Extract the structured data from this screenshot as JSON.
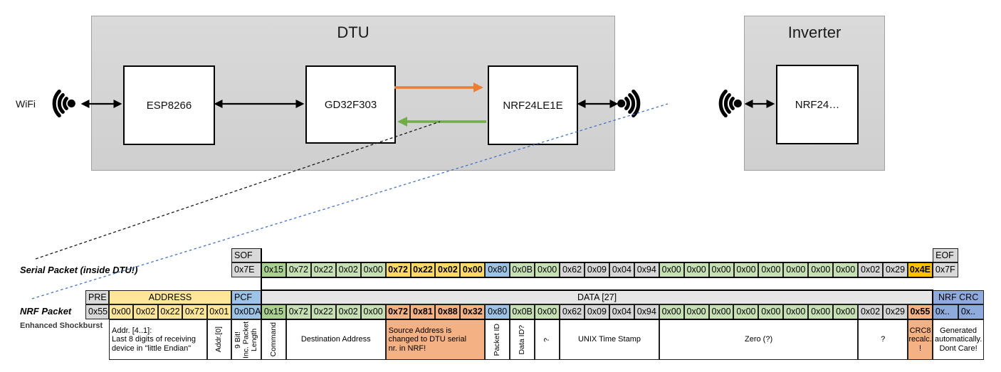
{
  "colors": {
    "g1": "#A9D08E",
    "g2": "#C6E0B4",
    "yh": "#FFE699",
    "yb": "#FFD966",
    "bl": "#9DC3E6",
    "bc": "#8FAADC",
    "gr": "#D6D6D6",
    "band": "#E7E6E6",
    "or": "#FFC000",
    "sa": "#F4B183",
    "hdr": "#D9D9D9",
    "orange_arrow": "#ED7D31",
    "green_arrow": "#70AD47",
    "blue_dashed": "#4472C4"
  },
  "diagram": {
    "wifi_label": "WiFi",
    "dtu": {
      "title": "DTU",
      "components": [
        "ESP8266",
        "GD32F303",
        "NRF24LE1E"
      ]
    },
    "inverter": {
      "title": "Inverter",
      "component": "NRF24…"
    }
  },
  "serial": {
    "label": "Serial Packet (inside DTU!)",
    "header": [
      {
        "t": "SOF",
        "c": "hdr",
        "align": "left",
        "name": "sof-header"
      },
      {
        "ghost": true,
        "span": 27
      },
      {
        "t": "EOF",
        "c": "hdr",
        "align": "left",
        "name": "eof-header"
      }
    ],
    "values": [
      {
        "t": "0x7E",
        "c": "hdr",
        "align": "left",
        "name": "sof-byte"
      },
      {
        "t": "0x15",
        "c": "g1"
      },
      {
        "t": "0x72",
        "c": "g2"
      },
      {
        "t": "0x22",
        "c": "g2"
      },
      {
        "t": "0x02",
        "c": "g2"
      },
      {
        "t": "0x00",
        "c": "g2"
      },
      {
        "t": "0x72",
        "c": "yb",
        "b": 1
      },
      {
        "t": "0x22",
        "c": "yb",
        "b": 1
      },
      {
        "t": "0x02",
        "c": "yb",
        "b": 1
      },
      {
        "t": "0x00",
        "c": "yb",
        "b": 1
      },
      {
        "t": "0x80",
        "c": "bl"
      },
      {
        "t": "0x0B",
        "c": "g2"
      },
      {
        "t": "0x00",
        "c": "g2"
      },
      {
        "t": "0x62",
        "c": "gr"
      },
      {
        "t": "0x09",
        "c": "gr"
      },
      {
        "t": "0x04",
        "c": "gr"
      },
      {
        "t": "0x94",
        "c": "gr"
      },
      {
        "t": "0x00",
        "c": "g2"
      },
      {
        "t": "0x00",
        "c": "g2"
      },
      {
        "t": "0x00",
        "c": "g2"
      },
      {
        "t": "0x00",
        "c": "g2"
      },
      {
        "t": "0x00",
        "c": "g2"
      },
      {
        "t": "0x00",
        "c": "g2"
      },
      {
        "t": "0x00",
        "c": "g2"
      },
      {
        "t": "0x00",
        "c": "g2"
      },
      {
        "t": "0x02",
        "c": "gr"
      },
      {
        "t": "0x29",
        "c": "gr"
      },
      {
        "t": "0x4E",
        "c": "or",
        "b": 1
      },
      {
        "t": "0x7F",
        "c": "hdr",
        "align": "left",
        "name": "eof-byte"
      }
    ]
  },
  "nrf": {
    "label": "NRF Packet",
    "sublabel": "Enhanced Shockburst",
    "header": [
      {
        "t": "PRE",
        "c": "hdr",
        "align": "left",
        "name": "pre-header"
      },
      {
        "t": "ADDRESS",
        "c": "yh",
        "span": 5,
        "name": "address-header"
      },
      {
        "t": "PCF",
        "c": "bl",
        "align": "left",
        "name": "pcf-header"
      },
      {
        "t": "DATA [27]",
        "c": "band",
        "span": 27,
        "name": "data-header"
      },
      {
        "t": "NRF CRC",
        "c": "bc",
        "span": 2,
        "name": "crc-header"
      }
    ],
    "values": [
      {
        "t": "0x55",
        "c": "hdr",
        "align": "left",
        "name": "pre-byte"
      },
      {
        "t": "0x00",
        "c": "yh"
      },
      {
        "t": "0x02",
        "c": "yh"
      },
      {
        "t": "0x22",
        "c": "yh"
      },
      {
        "t": "0x72",
        "c": "yh"
      },
      {
        "t": "0x01",
        "c": "yh"
      },
      {
        "t": "0x0DA",
        "c": "bl",
        "align": "left",
        "name": "pcf-byte"
      },
      {
        "t": "0x15",
        "c": "g1"
      },
      {
        "t": "0x72",
        "c": "g2"
      },
      {
        "t": "0x22",
        "c": "g2"
      },
      {
        "t": "0x02",
        "c": "g2"
      },
      {
        "t": "0x00",
        "c": "g2"
      },
      {
        "t": "0x72",
        "c": "sa",
        "b": 1
      },
      {
        "t": "0x81",
        "c": "sa",
        "b": 1
      },
      {
        "t": "0x88",
        "c": "sa",
        "b": 1
      },
      {
        "t": "0x32",
        "c": "sa",
        "b": 1
      },
      {
        "t": "0x80",
        "c": "bl"
      },
      {
        "t": "0x0B",
        "c": "g2"
      },
      {
        "t": "0x00",
        "c": "g2"
      },
      {
        "t": "0x62",
        "c": "gr"
      },
      {
        "t": "0x09",
        "c": "gr"
      },
      {
        "t": "0x04",
        "c": "gr"
      },
      {
        "t": "0x94",
        "c": "gr"
      },
      {
        "t": "0x00",
        "c": "g2"
      },
      {
        "t": "0x00",
        "c": "g2"
      },
      {
        "t": "0x00",
        "c": "g2"
      },
      {
        "t": "0x00",
        "c": "g2"
      },
      {
        "t": "0x00",
        "c": "g2"
      },
      {
        "t": "0x00",
        "c": "g2"
      },
      {
        "t": "0x00",
        "c": "g2"
      },
      {
        "t": "0x00",
        "c": "g2"
      },
      {
        "t": "0x02",
        "c": "gr"
      },
      {
        "t": "0x29",
        "c": "gr"
      },
      {
        "t": "0x55",
        "c": "sa",
        "b": 1
      },
      {
        "t": "0x..",
        "c": "bc",
        "align": "left",
        "name": "crc-byte"
      },
      {
        "t": "0x..",
        "c": "bc",
        "align": "left",
        "name": "crc-byte"
      }
    ],
    "annotations": [
      {
        "t": "Addr. [4..1]:\nLast 8 digits of receiving\ndevice in \"little Endian\"",
        "span": 4,
        "align": "left",
        "name": "addr-note"
      },
      {
        "t": "Addr.[0]",
        "vertical": 1,
        "name": "addr0-note"
      },
      {
        "t": "9 Bit!\nInc. Packet\nLength",
        "vertical": 1,
        "name": "pcf-note"
      },
      {
        "t": "Command",
        "vertical": 1,
        "name": "command-note"
      },
      {
        "t": "Destination Address",
        "span": 4,
        "name": "destination-note"
      },
      {
        "t": "Source Address is\nchanged to DTU serial\nnr. in NRF!",
        "span": 4,
        "c": "sa",
        "align": "left",
        "name": "source-note"
      },
      {
        "t": "Packet ID",
        "vertical": 1,
        "name": "packet-id-note"
      },
      {
        "t": "Data ID?",
        "vertical": 1,
        "name": "data-id-note"
      },
      {
        "t": "?",
        "vertical": 1,
        "name": "unknown-note"
      },
      {
        "t": "UNIX Time Stamp",
        "span": 4,
        "name": "unix-note"
      },
      {
        "t": "Zero (?)",
        "span": 8,
        "name": "zero-note"
      },
      {
        "t": "?",
        "span": 2,
        "name": "unknown-note"
      },
      {
        "t": "CRC8\nrecalc.\n!",
        "c": "sa",
        "name": "crc8-note"
      },
      {
        "t": "Generated\nautomatically.\nDont Care!",
        "span": 2,
        "name": "crc-generated-note"
      }
    ]
  }
}
